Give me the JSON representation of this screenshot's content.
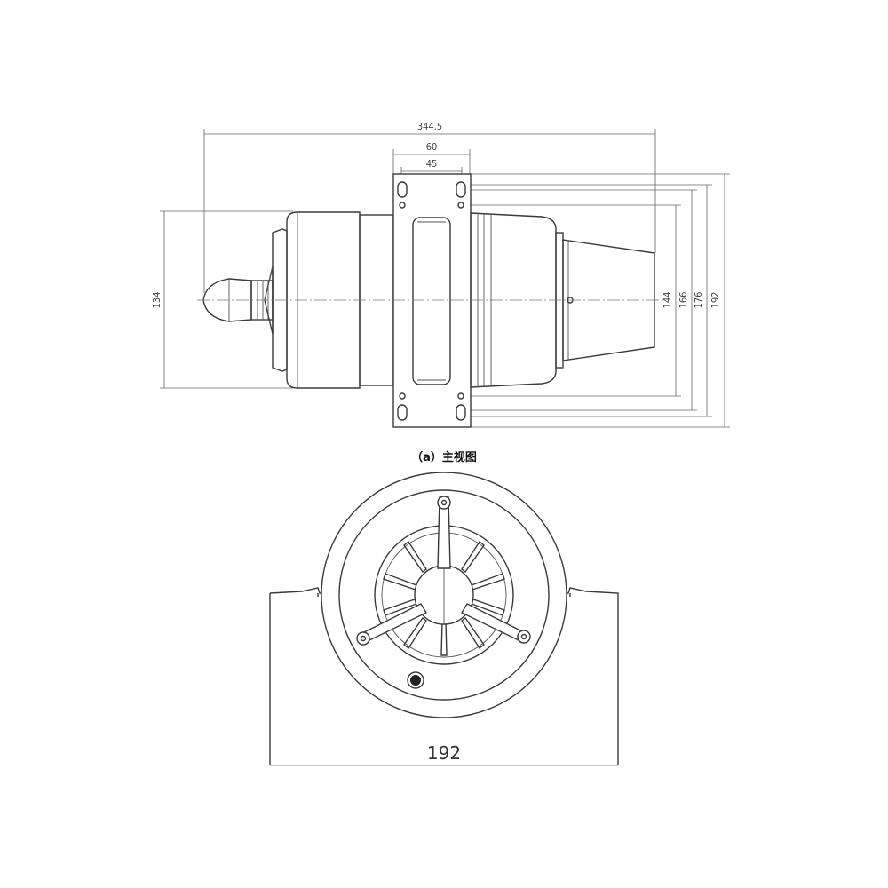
{
  "caption": "（a）主视图",
  "dimensions": {
    "overall_length": "344.5",
    "mount_width": "60",
    "hole_spacing": "45",
    "intake_height": "134",
    "dim_144": "144",
    "dim_166": "166",
    "dim_176": "176",
    "dim_192": "192",
    "front_width": "192"
  }
}
